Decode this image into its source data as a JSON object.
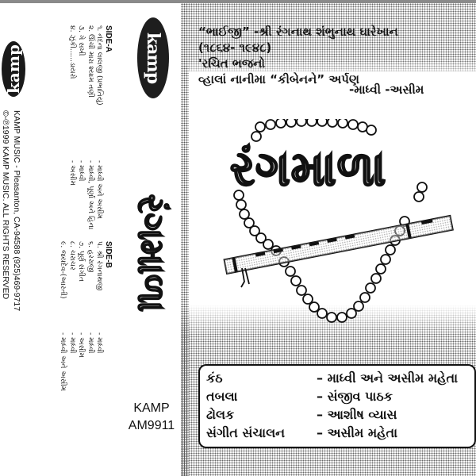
{
  "inner_panel": {
    "side_a": {
      "title": "SIDE-A",
      "tracks": [
        {
          "number": "૧.",
          "title": "નંદના લાલજી (પ્રભાતિયું)",
          "artist": "- માધ્વી અને અસીમ"
        },
        {
          "number": "૨.",
          "title": "ઊંચી મારા શ્યામ તણી",
          "artist": "- માધ્વી, પૂર્ણા અને હિના"
        },
        {
          "number": "૩.",
          "title": "ગે સખી",
          "artist": "- માધ્વી"
        },
        {
          "number": "૪.",
          "title": "ઝુંકી......ડાયરો",
          "artist": "- અસીમ"
        }
      ]
    },
    "side_b": {
      "title": "SIDE-B",
      "tracks": [
        {
          "number": "૫.",
          "title": "શ્રી રંગનાથજી",
          "artist": "- માધ્વી"
        },
        {
          "number": "૬.",
          "title": "હરરાજી",
          "artist": "- માધ્વી"
        },
        {
          "number": "૭.",
          "title": "પૂર્ણ સંગીત",
          "artist": "- અસીમ"
        },
        {
          "number": "૮.",
          "title": "ચરાચર",
          "artist": "- માધ્વી"
        },
        {
          "number": "૯.",
          "title": "જયદેવ-(આરતી)",
          "artist": "- માધ્વી અને અસીમ"
        }
      ]
    },
    "label_logo": "kamp",
    "address": "KAMP MUSIC - Pleasanton, CA-94588  (925)469-9717",
    "copyright": "©-℗1999 KAMP MUSIC. ALL RIGHTS RESERVED"
  },
  "spine": {
    "logo": "kamp",
    "title": "રંગમાળા",
    "label": "KAMP",
    "catalog_number": "AM9911"
  },
  "cover": {
    "dedication": [
      "“ભાઈજી” -શ્રી રંગનાથ શંભુનાથ ઘારેખાન",
      "(૧૮૬૪- ૧૯૪૮)",
      "'રચિત ભજનો",
      "વ્હાલાં નાનીમા “કીબેનને” અર્પણ"
    ],
    "dedication_signature": "-માધ્વી -અસીમ",
    "title": "રંગમાળા",
    "artwork_icons": [
      "bead-mala-icon",
      "flute-icon"
    ],
    "credits": [
      {
        "role": "કંઠ",
        "name": "– માધ્વી અને અસીમ મહેતા"
      },
      {
        "role": "તબલા",
        "name": "– સંજીવ પાઠક"
      },
      {
        "role": "ઢોલક",
        "name": "– આશીષ વ્યાસ"
      },
      {
        "role": "સંગીત સંચાલન",
        "name": "– અસીમ મહેતા"
      }
    ]
  },
  "colors": {
    "ink": "#111111",
    "paper": "#ffffff",
    "halftone": "#6a6a6a",
    "title_fill": "#cfcfcf"
  }
}
